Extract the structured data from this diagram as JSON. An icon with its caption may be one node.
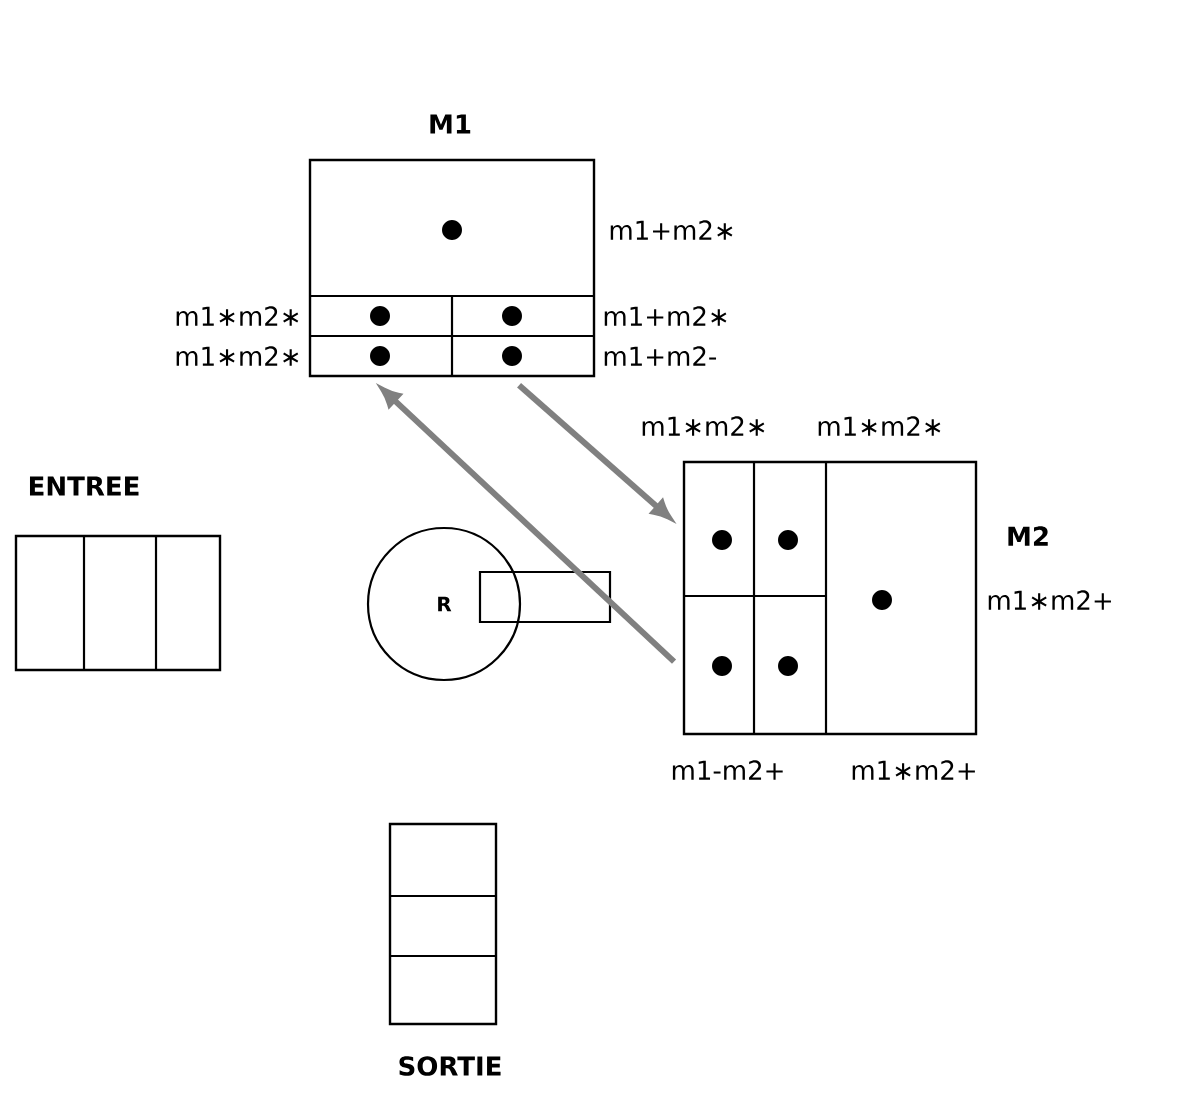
{
  "diagram": {
    "nodes": [
      {
        "text": [
          "M1"
        ]
      },
      {
        "text": [
          "M2"
        ]
      },
      {
        "text": [
          "ENTREE"
        ]
      },
      {
        "text": [
          "SORTIE"
        ]
      },
      {
        "text": [
          "R"
        ]
      }
    ],
    "edges": [
      {
        "from": 0,
        "to": 1,
        "arrow": "to"
      },
      {
        "from": 1,
        "to": 0,
        "arrow": "to"
      }
    ],
    "labels": [
      "m1+m2∗",
      "m1∗m2∗",
      "m1+m2∗",
      "m1∗m2∗",
      "m1+m2-",
      "m1∗m2∗",
      "m1∗m2∗",
      "m1∗m2+",
      "m1-m2+",
      "m1∗m2+"
    ]
  }
}
